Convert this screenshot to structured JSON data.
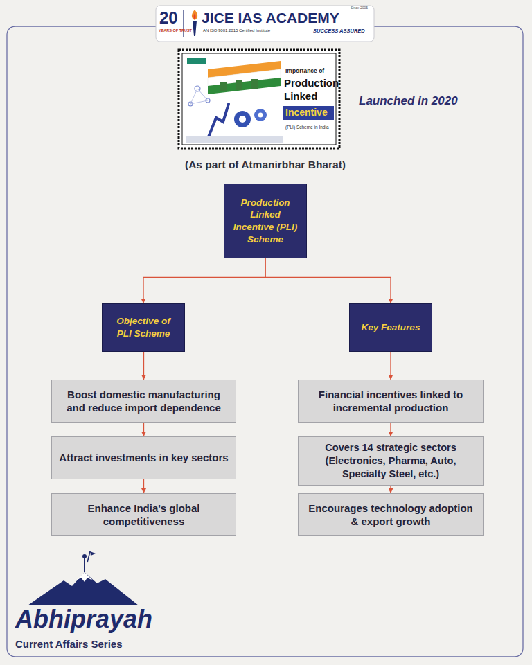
{
  "diagram": {
    "nodes": [
      {
        "text": [
          "Production Linked Incentive (PLI) Scheme"
        ]
      },
      {
        "text": [
          "Objective of PLI Scheme"
        ]
      },
      {
        "text": [
          "Key Features"
        ]
      },
      {
        "text": [
          "Boost domestic manufacturing and reduce import dependence"
        ]
      },
      {
        "text": [
          "Attract investments in key sectors"
        ]
      },
      {
        "text": [
          "Enhance India's global competitiveness"
        ]
      },
      {
        "text": [
          "Financial incentives linked to incremental production"
        ]
      },
      {
        "text": [
          "Covers 14 strategic sectors (Electronics, Pharma, Auto, Specialty Steel, etc.)"
        ]
      },
      {
        "text": [
          "Encourages technology adoption & export growth"
        ]
      }
    ],
    "edges": [
      {
        "from": 0,
        "to": 1,
        "arrow": "to"
      },
      {
        "from": 0,
        "to": 2,
        "arrow": "to"
      },
      {
        "from": 1,
        "to": 3,
        "arrow": "to"
      },
      {
        "from": 3,
        "to": 4,
        "arrow": "to"
      },
      {
        "from": 4,
        "to": 5,
        "arrow": "to"
      },
      {
        "from": 2,
        "to": 6,
        "arrow": "to"
      },
      {
        "from": 6,
        "to": 7,
        "arrow": "to"
      },
      {
        "from": 7,
        "to": 8,
        "arrow": "to"
      }
    ],
    "labels": [
      "20",
      "YEARS OF TRUST",
      "JICE IAS ACADEMY",
      "AN ISO 9001:2015 Certified Institute",
      "SUCCESS ASSURED",
      "Since 2005",
      "Importance of",
      "Production",
      "Linked",
      "Incentive",
      "(PLI) Scheme in India",
      "Launched in 2020",
      "(As part of Atmanirbhar Bharat)",
      "Abhiprayah",
      "Current Affairs Series"
    ]
  }
}
